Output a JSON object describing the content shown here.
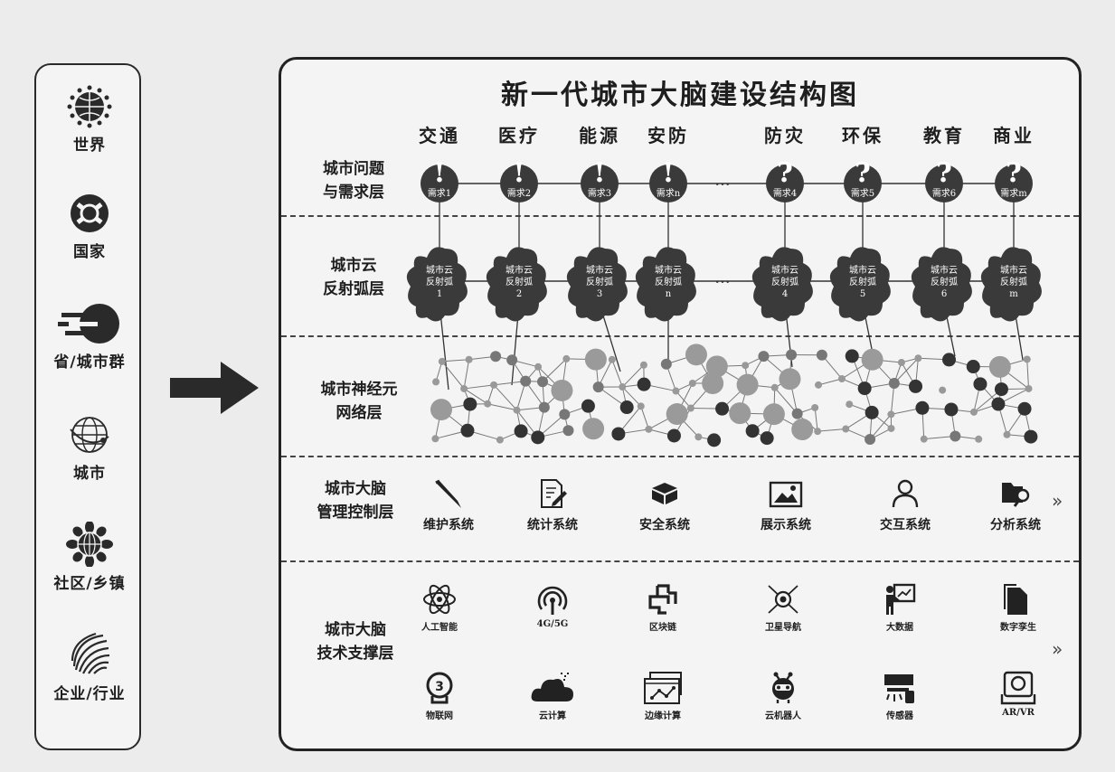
{
  "scale_levels": [
    {
      "label": "世界",
      "icon": "globe-dots-icon"
    },
    {
      "label": "国家",
      "icon": "country-emblem-icon"
    },
    {
      "label": "省/城市群",
      "icon": "speed-ball-icon"
    },
    {
      "label": "城市",
      "icon": "wire-globe-icon"
    },
    {
      "label": "社区/乡镇",
      "icon": "flower-globe-icon"
    },
    {
      "label": "企业/行业",
      "icon": "swirl-icon"
    }
  ],
  "title": "新一代城市大脑建设结构图",
  "domains": [
    "交通",
    "医疗",
    "能源",
    "安防",
    "防灾",
    "环保",
    "教育",
    "商业"
  ],
  "layers": {
    "demand": [
      "城市问题",
      "与需求层"
    ],
    "cloud": [
      "城市云",
      "反射弧层"
    ],
    "neural": [
      "城市神经元",
      "网络层"
    ],
    "management": [
      "城市大脑",
      "管理控制层"
    ],
    "tech": [
      "城市大脑",
      "技术支撑层"
    ]
  },
  "ellipsis": "···",
  "issues": [
    {
      "mark": "!",
      "label": "需求1"
    },
    {
      "mark": "!",
      "label": "需求2"
    },
    {
      "mark": "!",
      "label": "需求3"
    },
    {
      "mark": "!",
      "label": "需求n"
    },
    {
      "mark": "?",
      "label": "需求4"
    },
    {
      "mark": "?",
      "label": "需求5"
    },
    {
      "mark": "?",
      "label": "需求6"
    },
    {
      "mark": "?",
      "label": "需求m"
    }
  ],
  "clouds": [
    {
      "l1": "城市云",
      "l2": "反射弧",
      "l3": "1"
    },
    {
      "l1": "城市云",
      "l2": "反射弧",
      "l3": "2"
    },
    {
      "l1": "城市云",
      "l2": "反射弧",
      "l3": "3"
    },
    {
      "l1": "城市云",
      "l2": "反射弧",
      "l3": "n"
    },
    {
      "l1": "城市云",
      "l2": "反射弧",
      "l3": "4"
    },
    {
      "l1": "城市云",
      "l2": "反射弧",
      "l3": "5"
    },
    {
      "l1": "城市云",
      "l2": "反射弧",
      "l3": "6"
    },
    {
      "l1": "城市云",
      "l2": "反射弧",
      "l3": "m"
    }
  ],
  "management": [
    {
      "label": "维护系统",
      "icon": "pen-icon"
    },
    {
      "label": "统计系统",
      "icon": "document-edit-icon"
    },
    {
      "label": "安全系统",
      "icon": "box-icon"
    },
    {
      "label": "展示系统",
      "icon": "image-icon"
    },
    {
      "label": "交互系统",
      "icon": "user-icon"
    },
    {
      "label": "分析系统",
      "icon": "folder-search-icon"
    }
  ],
  "tech_row1": [
    {
      "label": "人工智能",
      "icon": "atom-icon"
    },
    {
      "label": "4G/5G",
      "icon": "signal-icon"
    },
    {
      "label": "区块链",
      "icon": "blockchain-icon"
    },
    {
      "label": "卫星导航",
      "icon": "satellite-icon"
    },
    {
      "label": "大数据",
      "icon": "presentation-icon"
    },
    {
      "label": "数字孪生",
      "icon": "files-icon"
    }
  ],
  "tech_row2": [
    {
      "label": "物联网",
      "icon": "iot-icon"
    },
    {
      "label": "云计算",
      "icon": "cloud-icon"
    },
    {
      "label": "边缘计算",
      "icon": "browser-graph-icon"
    },
    {
      "label": "云机器人",
      "icon": "robot-icon"
    },
    {
      "label": "传感器",
      "icon": "sensor-icon"
    },
    {
      "label": "AR/VR",
      "icon": "vr-icon"
    }
  ],
  "more_glyph": "»"
}
